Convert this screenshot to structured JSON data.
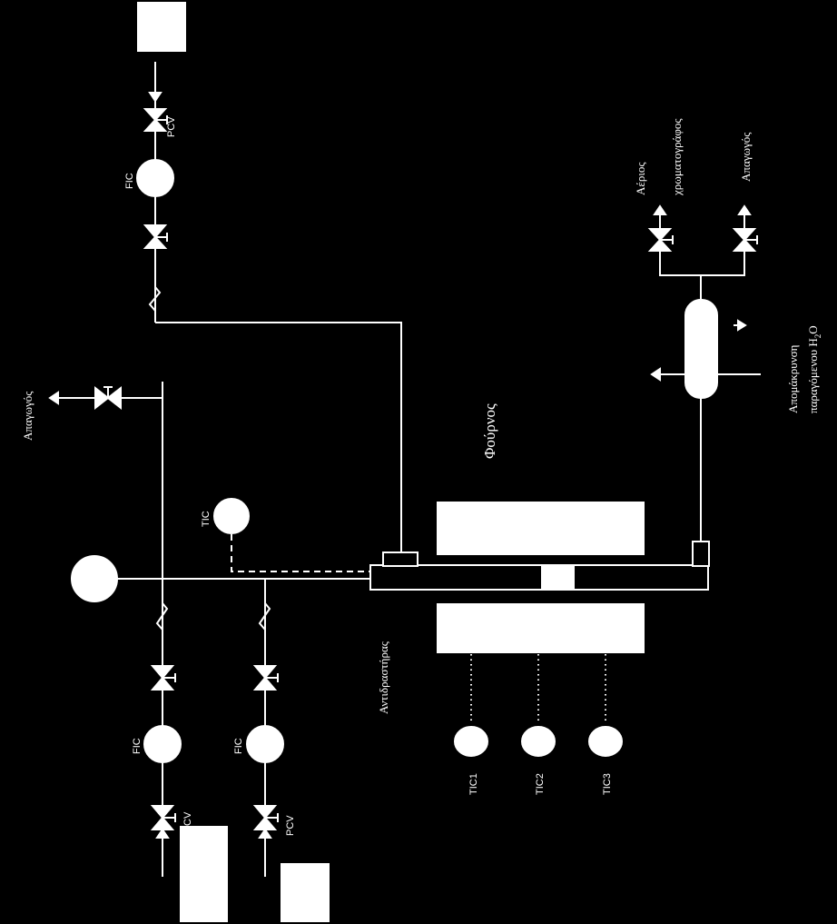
{
  "labels": {
    "pcv_top": "PCV",
    "fic_top": "FIC",
    "tic_reactor": "TIC",
    "vent_left": "Απαγωγός",
    "furnace": "Φούρνος",
    "reactor": "Αντιδραστήρας",
    "fic_line1": "FIC",
    "cv_line1": "CV",
    "fic_line2": "FIC",
    "pcv_line2": "PCV",
    "tic1": "TIC1",
    "tic2": "TIC2",
    "tic3": "TIC3",
    "gc_line1": "Αέριος",
    "gc_line2": "χρωματογράφος",
    "vent_right": "Απαγωγός",
    "water_line1": "Απομάκρυνση",
    "water_line2_pre": "παραγόμενου H",
    "water_sub": "2",
    "water_post": "O"
  }
}
